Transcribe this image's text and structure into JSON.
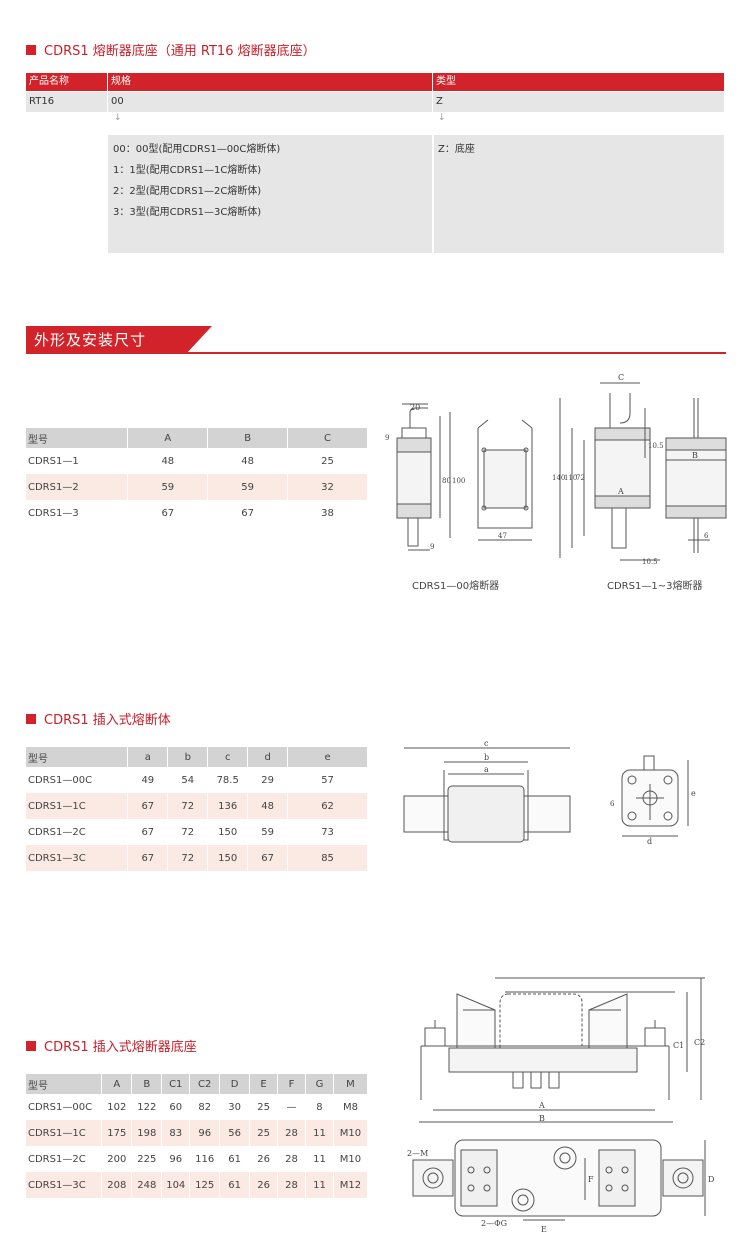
{
  "section1": {
    "title": "CDRS1 熔断器底座（通用 RT16 熔断器底座）",
    "headers": [
      "产品名称",
      "规格",
      "类型"
    ],
    "row": [
      "RT16",
      "00",
      "Z"
    ],
    "spec_options": [
      "00：00型(配用CDRS1—00C熔断体)",
      "1：1型(配用CDRS1—1C熔断体)",
      "2：2型(配用CDRS1—2C熔断体)",
      "3：3型(配用CDRS1—3C熔断体)"
    ],
    "type_option": "Z：底座"
  },
  "banner": {
    "title": "外形及安装尺寸"
  },
  "dim_table": {
    "headers": [
      "型号",
      "A",
      "B",
      "C"
    ],
    "rows": [
      [
        "CDRS1—1",
        "48",
        "48",
        "25"
      ],
      [
        "CDRS1—2",
        "59",
        "59",
        "32"
      ],
      [
        "CDRS1—3",
        "67",
        "67",
        "38"
      ]
    ]
  },
  "drawing1": {
    "caption_left": "CDRS1—00熔断器",
    "caption_right": "CDRS1—1~3熔断器",
    "labels": {
      "d20": "20",
      "d9": "9",
      "d80": "80",
      "d100": "100",
      "d9b": "9",
      "d47": "47",
      "dC": "C",
      "d140": "140",
      "d110": "110",
      "d72": "72",
      "d105": "10.5",
      "dA": "A",
      "dB": "B",
      "d105b": "10.5",
      "d6": "6"
    }
  },
  "section2": {
    "title": "CDRS1 插入式熔断体",
    "headers": [
      "型号",
      "a",
      "b",
      "c",
      "d",
      "e"
    ],
    "rows": [
      [
        "CDRS1—00C",
        "49",
        "54",
        "78.5",
        "29",
        "57"
      ],
      [
        "CDRS1—1C",
        "67",
        "72",
        "136",
        "48",
        "62"
      ],
      [
        "CDRS1—2C",
        "67",
        "72",
        "150",
        "59",
        "73"
      ],
      [
        "CDRS1—3C",
        "67",
        "72",
        "150",
        "67",
        "85"
      ]
    ],
    "labels": {
      "c": "c",
      "b": "b",
      "a": "a",
      "six": "6",
      "e": "e",
      "d": "d"
    }
  },
  "section3": {
    "title": "CDRS1 插入式熔断器底座",
    "headers": [
      "型号",
      "A",
      "B",
      "C1",
      "C2",
      "D",
      "E",
      "F",
      "G",
      "M"
    ],
    "rows": [
      [
        "CDRS1—00C",
        "102",
        "122",
        "60",
        "82",
        "30",
        "25",
        "—",
        "8",
        "M8"
      ],
      [
        "CDRS1—1C",
        "175",
        "198",
        "83",
        "96",
        "56",
        "25",
        "28",
        "11",
        "M10"
      ],
      [
        "CDRS1—2C",
        "200",
        "225",
        "96",
        "116",
        "61",
        "26",
        "28",
        "11",
        "M10"
      ],
      [
        "CDRS1—3C",
        "208",
        "248",
        "104",
        "125",
        "61",
        "26",
        "28",
        "11",
        "M12"
      ]
    ],
    "labels": {
      "C1": "C1",
      "C2": "C2",
      "A": "A",
      "B": "B",
      "M": "2—M",
      "F": "F",
      "D": "D",
      "G": "2—ΦG",
      "E": "E"
    }
  }
}
